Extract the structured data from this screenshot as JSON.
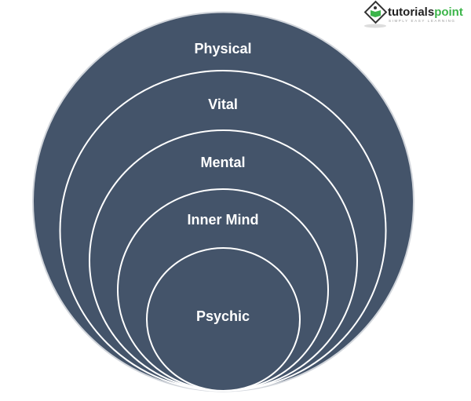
{
  "diagram": {
    "layers": [
      {
        "label": "Physical"
      },
      {
        "label": "Vital"
      },
      {
        "label": "Mental"
      },
      {
        "label": "Inner Mind"
      },
      {
        "label": "Psychic"
      }
    ],
    "fill_color": "#44546a",
    "ring_stroke_color": "#ffffff"
  },
  "logo": {
    "name": "tutorialspoint",
    "tagline": "SIMPLY EASY LEARNING"
  }
}
